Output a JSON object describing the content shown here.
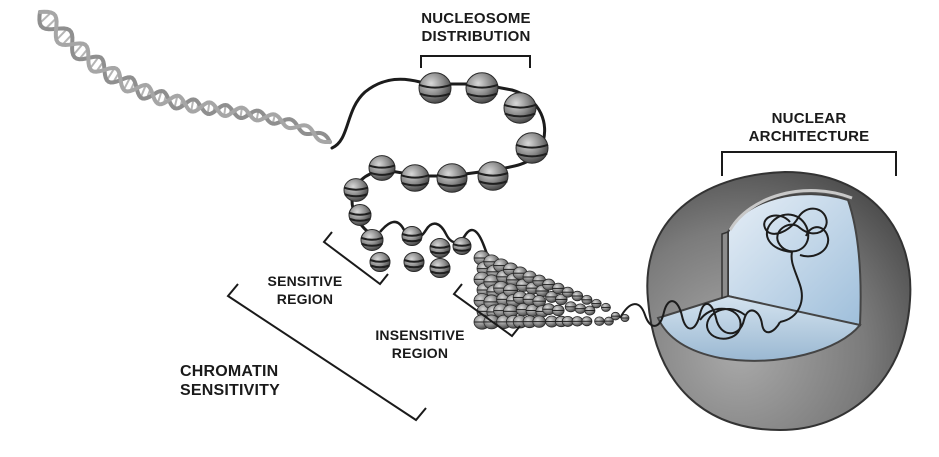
{
  "labels": {
    "nucleosome_distribution": [
      "NUCLEOSOME",
      "DISTRIBUTION"
    ],
    "nuclear_architecture": [
      "NUCLEAR",
      "ARCHITECTURE"
    ],
    "sensitive_region": [
      "SENSITIVE",
      "REGION"
    ],
    "insensitive_region": [
      "INSENSITIVE",
      "REGION"
    ],
    "chromatin_sensitivity": [
      "CHROMATIN",
      "SENSITIVITY"
    ]
  },
  "colors": {
    "dna": "#9a9a9a",
    "linker": "#1c1c1c",
    "nucleosome": "#8c8c8c",
    "nucleus_shell": "#7a7a7a",
    "nucleus_interior": "#bcd3e6"
  }
}
